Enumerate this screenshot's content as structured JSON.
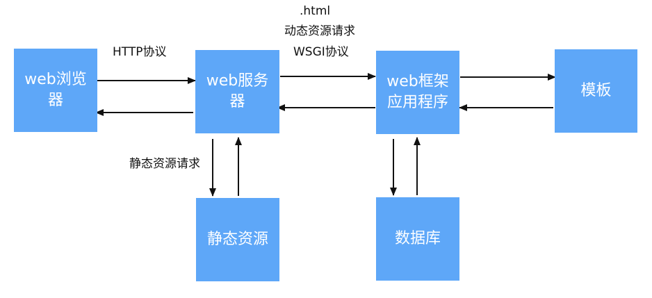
{
  "colors": {
    "box_fill": "#5ea7f8",
    "box_text": "#ffffff",
    "arrow": "#111111",
    "label_text": "#111111"
  },
  "nodes": {
    "browser": "web浏览\n器",
    "server": "web服务\n器",
    "framework": "web框架\n应用程序",
    "template": "模板",
    "static": "静态资源",
    "database": "数据库"
  },
  "labels": {
    "http": "HTTP协议",
    "html": ".html",
    "dynamic": "动态资源请求",
    "wsgi": "WSGI协议",
    "static_request": "静态资源请求"
  }
}
